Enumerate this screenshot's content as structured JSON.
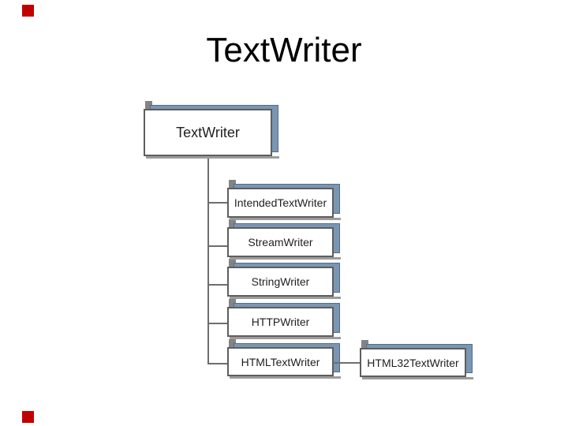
{
  "slide": {
    "title": "TextWriter"
  },
  "diagram": {
    "root": {
      "label": "TextWriter"
    },
    "children": [
      {
        "label": "IntendedTextWriter"
      },
      {
        "label": "StreamWriter"
      },
      {
        "label": "StringWriter"
      },
      {
        "label": "HTTPWriter"
      },
      {
        "label": "HTMLTextWriter"
      }
    ],
    "grandchild": {
      "label": "HTML32TextWriter"
    }
  },
  "colors": {
    "corner_red": "#c00000",
    "shadow_blue": "#7b96b2",
    "shadow_blue_edge": "#4e6e8e",
    "box_border": "#5e5e5e",
    "connector_gray": "#6e6e6e",
    "notch_gray": "#848484",
    "bottom_shadow_gray": "#9c9c9c",
    "box_text": "#1f1f1f",
    "title_text": "#000000"
  }
}
